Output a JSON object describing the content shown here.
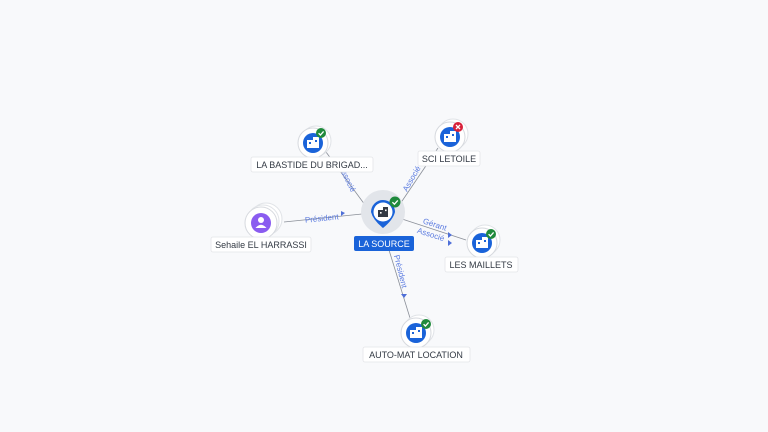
{
  "center": {
    "label": "LA SOURCE",
    "status": "active",
    "icon": "company-icon"
  },
  "nodes": [
    {
      "id": "bastide",
      "label": "LA BASTIDE DU BRIGAD...",
      "kind": "company",
      "status": "active",
      "icon": "company-icon"
    },
    {
      "id": "sci",
      "label": "SCI LETOILE",
      "kind": "company",
      "status": "closed",
      "icon": "company-icon"
    },
    {
      "id": "sehaile",
      "label": "Sehaile EL HARRASSI",
      "kind": "person",
      "status": "none",
      "icon": "person-icon"
    },
    {
      "id": "maillets",
      "label": "LES MAILLETS",
      "kind": "company",
      "status": "active",
      "icon": "company-icon"
    },
    {
      "id": "automat",
      "label": "AUTO-MAT LOCATION",
      "kind": "company",
      "status": "active",
      "icon": "company-icon"
    }
  ],
  "edges": [
    {
      "node": "bastide",
      "roles": [
        "Associé"
      ]
    },
    {
      "node": "sci",
      "roles": [
        "Associé"
      ]
    },
    {
      "node": "sehaile",
      "roles": [
        "Président"
      ]
    },
    {
      "node": "maillets",
      "roles": [
        "Gérant",
        "Associé"
      ]
    },
    {
      "node": "automat",
      "roles": [
        "Président"
      ]
    }
  ],
  "colors": {
    "company": "#1a63d9",
    "person": "#8a5cf0",
    "status_active": "#1f8a3c",
    "status_closed": "#d8213a",
    "edge_label": "#5b7be0"
  }
}
